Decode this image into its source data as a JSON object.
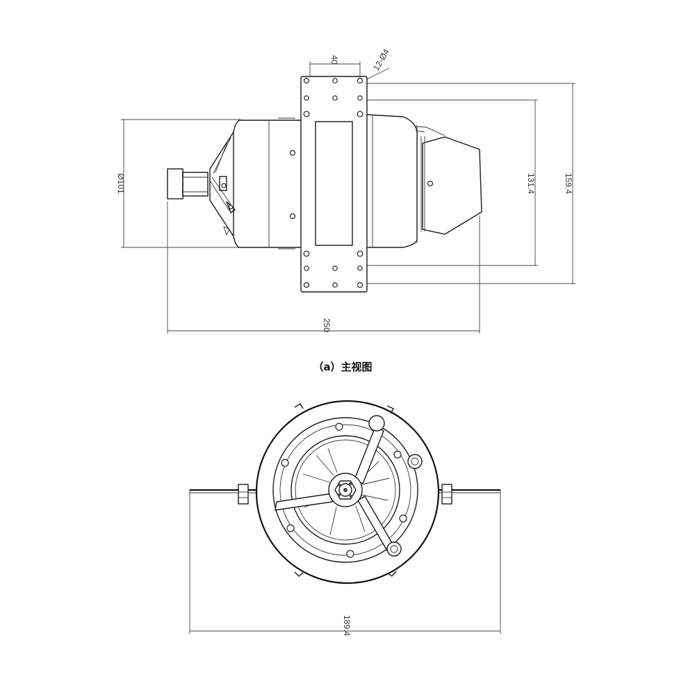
{
  "front_view": {
    "caption": "（a）主视图",
    "dims": {
      "bracket_spacing": "40",
      "hole_spec": "12-Ø4",
      "diameter": "Ø101",
      "height_inner": "131.4",
      "height_outer": "159.4",
      "length": "250"
    }
  },
  "end_view": {
    "dims": {
      "width": "189.4"
    }
  }
}
